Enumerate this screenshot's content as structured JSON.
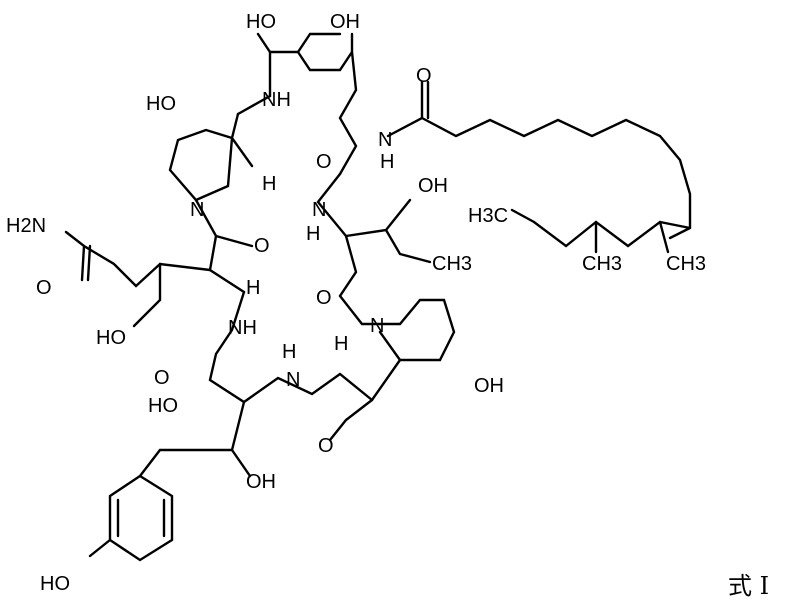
{
  "caption": "式 I",
  "labels": {
    "oh_top_left": "HO",
    "oh_top_right": "OH",
    "o_side_chain": "O",
    "hoo": "HO",
    "nh_top": "NH",
    "n_amide": "N",
    "h_amide": "H",
    "o_mid": "O",
    "h_pro": "H",
    "oh_thr": "OH",
    "h2n": "H2N",
    "n_pro": "N",
    "o_pro_co": "O",
    "nh_thr": "N",
    "h_thr_n": "H",
    "h3c": "H3C",
    "o_asn": "O",
    "ch3_thr": "CH3",
    "ch3_a": "CH3",
    "ch3_b": "CH3",
    "h_asn": "H",
    "o_thr": "O",
    "ho_asn": "HO",
    "nh_asn": "NH",
    "n_hyp": "N",
    "h_hyp": "H",
    "h_nh": "H",
    "o_bottom": "O",
    "nh_bottom": "N",
    "oh_hyp": "OH",
    "ho_aryl": "HO",
    "o_hyp_co": "O",
    "oh_aryl": "OH",
    "ho_phenol": "HO"
  }
}
